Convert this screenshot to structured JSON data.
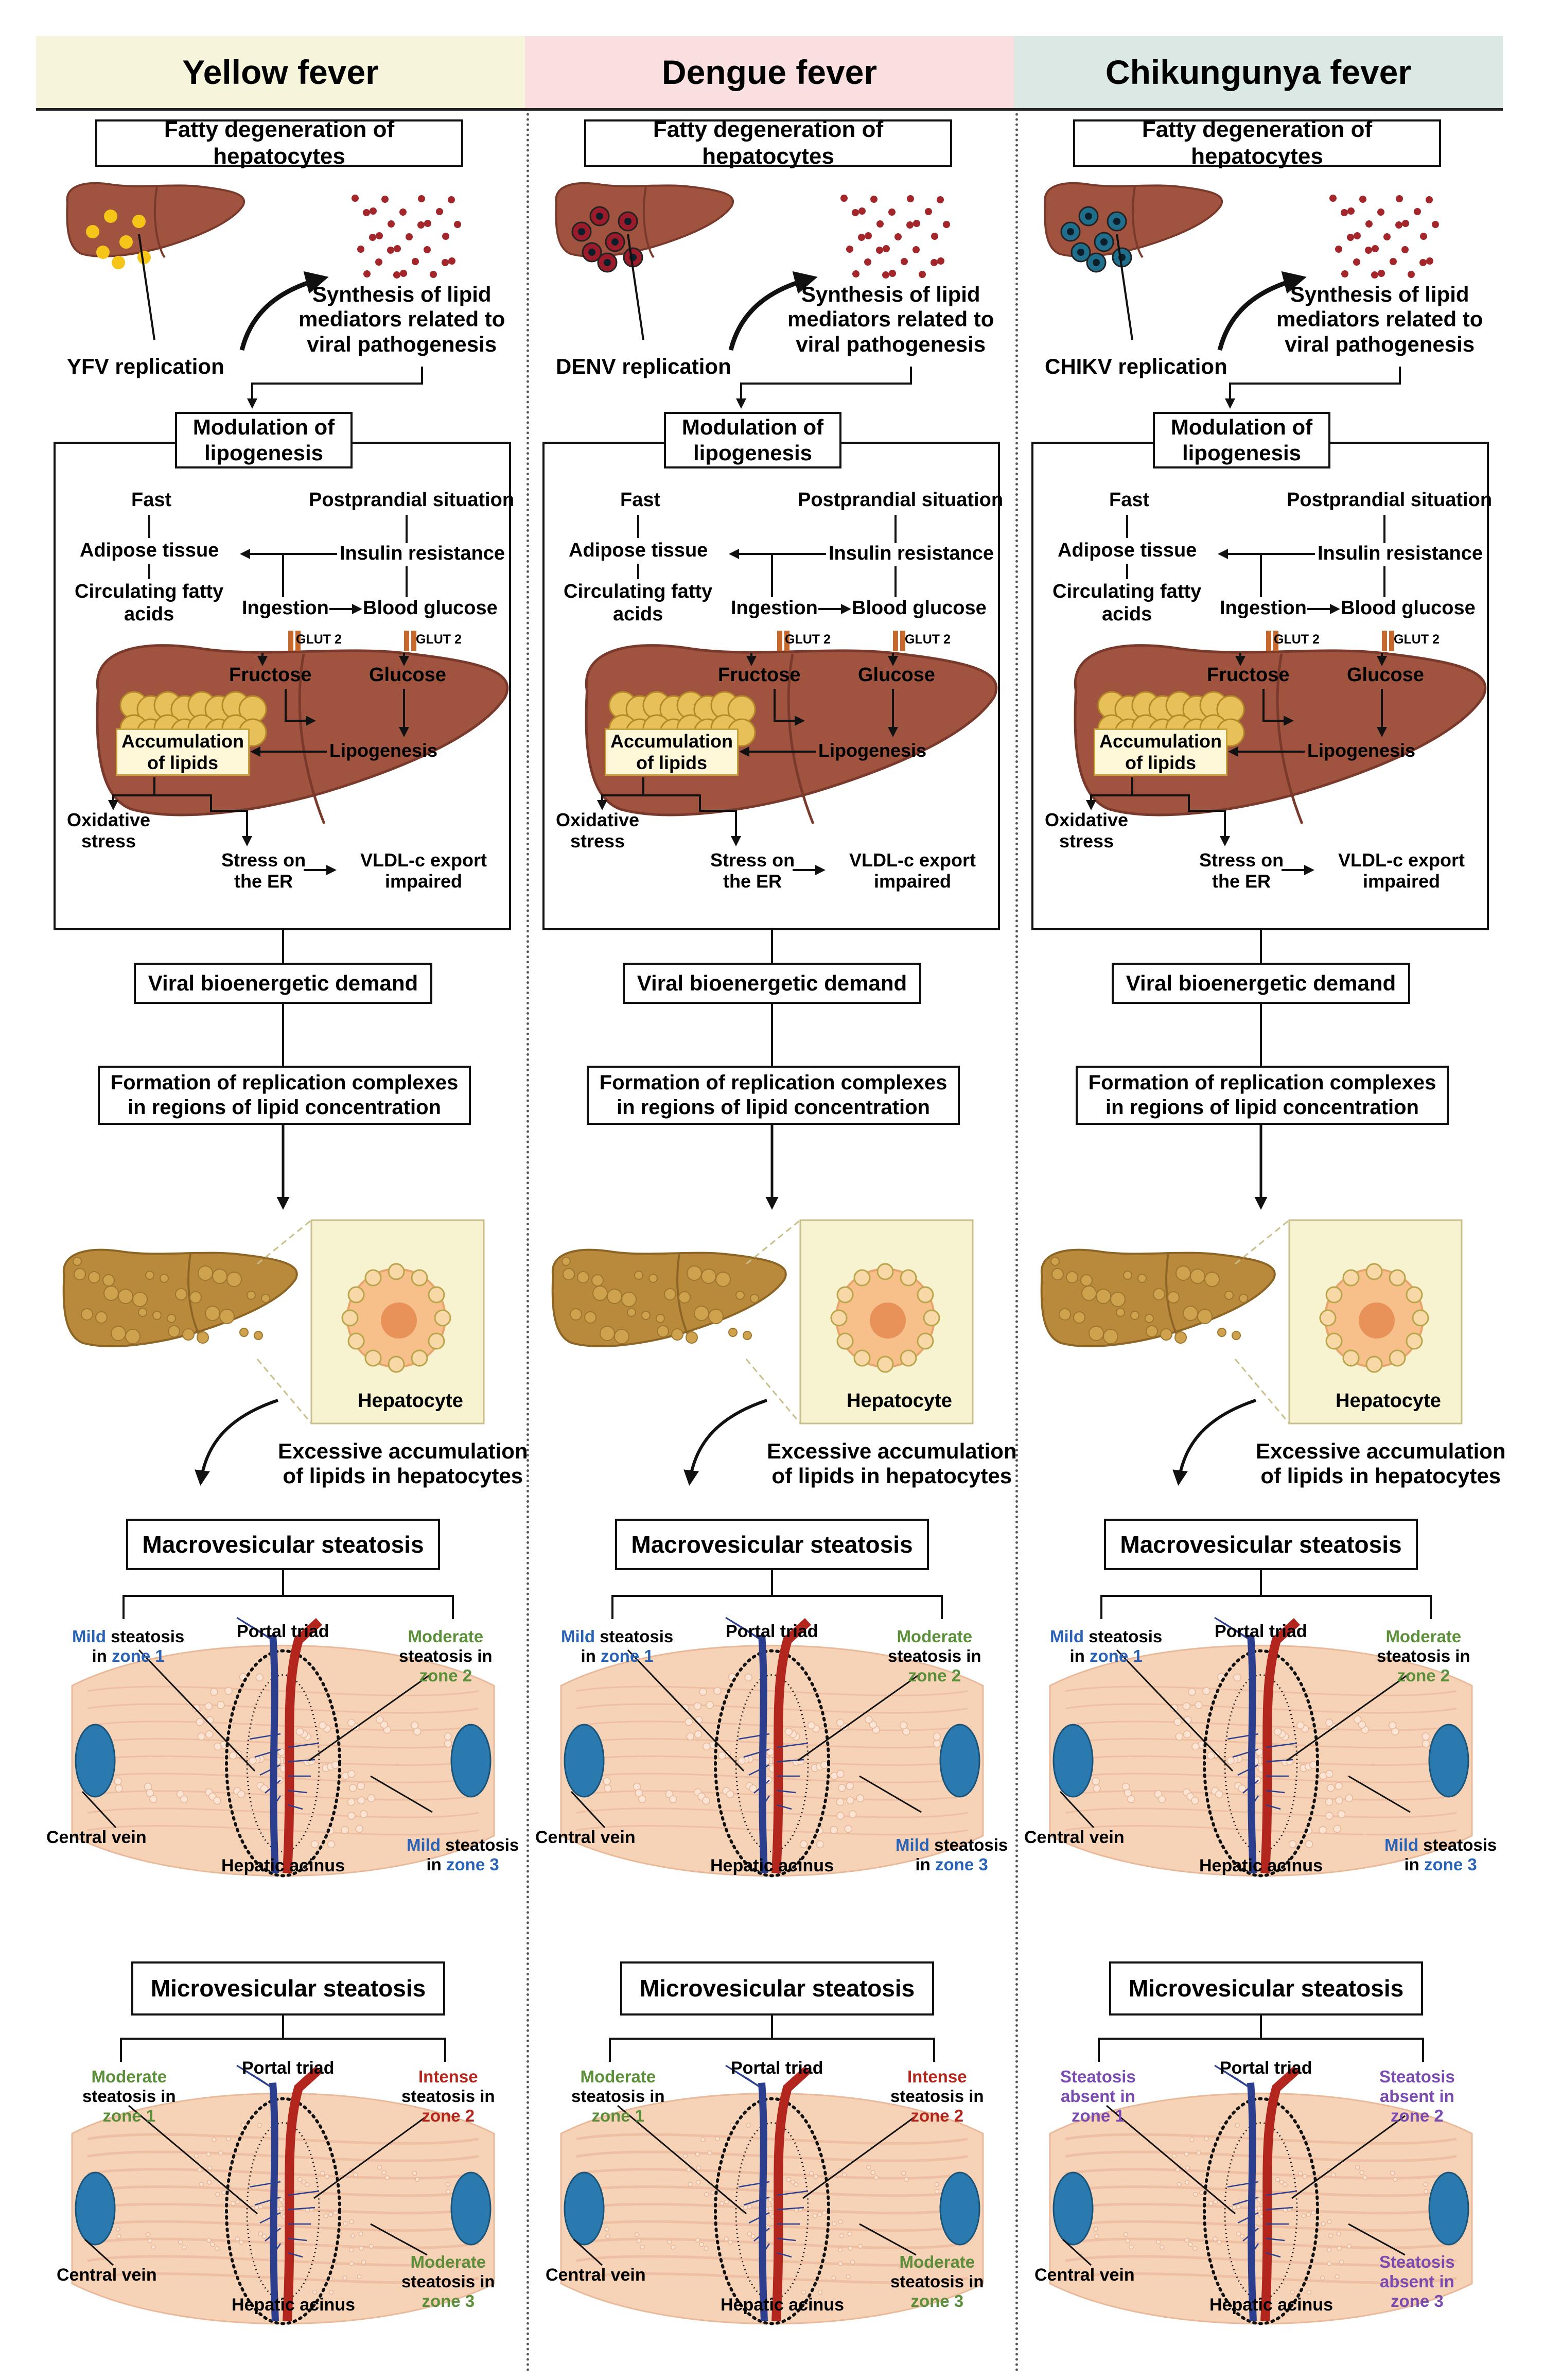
{
  "columns": [
    {
      "title": "Yellow fever",
      "header_color": "#f6f5dc",
      "replication": "YFV replication",
      "virus_color": "#f5c518",
      "macro_zones": {
        "z1": {
          "word": "Mild",
          "rest": "steatosis",
          "zone": "zone 1",
          "word_color": "#2a63b6",
          "label_color": "#000000"
        },
        "z2": {
          "word": "Moderate",
          "rest": "steatosis in",
          "zone": "zone 2",
          "word_color": "#5b8f3a"
        },
        "z3": {
          "word": "Mild",
          "rest": "steatosis",
          "zone": "zone 3",
          "word_color": "#2a63b6"
        }
      },
      "micro_zones": {
        "z1": {
          "l1": "Moderate",
          "l2": "steatosis in",
          "l3": "zone 1",
          "c1": "#5b8f3a",
          "c2": "#000000",
          "c3": "#5b8f3a"
        },
        "z2": {
          "l1": "Intense",
          "l2": "steatosis in",
          "l3": "zone 2",
          "c1": "#b3261e",
          "c2": "#000000",
          "c3": "#b3261e"
        },
        "z3": {
          "l1": "Moderate",
          "l2": "steatosis in",
          "l3": "zone 3",
          "c1": "#5b8f3a",
          "c2": "#000000",
          "c3": "#5b8f3a"
        }
      }
    },
    {
      "title": "Dengue fever",
      "header_color": "#f9dfe0",
      "replication": "DENV replication",
      "virus_color": "#9b1b2a",
      "macro_zones": {
        "z1": {
          "word": "Mild",
          "rest": "steatosis",
          "zone": "zone 1",
          "word_color": "#2a63b6"
        },
        "z2": {
          "word": "Moderate",
          "rest": "steatosis in",
          "zone": "zone 2",
          "word_color": "#5b8f3a"
        },
        "z3": {
          "word": "Mild",
          "rest": "steatosis",
          "zone": "zone 3",
          "word_color": "#2a63b6"
        }
      },
      "micro_zones": {
        "z1": {
          "l1": "Moderate",
          "l2": "steatosis in",
          "l3": "zone 1",
          "c1": "#5b8f3a",
          "c2": "#000000",
          "c3": "#5b8f3a"
        },
        "z2": {
          "l1": "Intense",
          "l2": "steatosis in",
          "l3": "zone 2",
          "c1": "#b3261e",
          "c2": "#000000",
          "c3": "#b3261e"
        },
        "z3": {
          "l1": "Moderate",
          "l2": "steatosis in",
          "l3": "zone 3",
          "c1": "#5b8f3a",
          "c2": "#000000",
          "c3": "#5b8f3a"
        }
      }
    },
    {
      "title": "Chikungunya fever",
      "header_color": "#dbe8e3",
      "replication": "CHIKV replication",
      "virus_color": "#1f6e8c",
      "macro_zones": {
        "z1": {
          "word": "Mild",
          "rest": "steatosis",
          "zone": "zone 1",
          "word_color": "#2a63b6"
        },
        "z2": {
          "word": "Moderate",
          "rest": "steatosis in",
          "zone": "zone 2",
          "word_color": "#5b8f3a"
        },
        "z3": {
          "word": "Mild",
          "rest": "steatosis",
          "zone": "zone 3",
          "word_color": "#2a63b6"
        }
      },
      "micro_zones": {
        "z1": {
          "l1": "Steatosis",
          "l2": "absent in",
          "l3": "zone 1",
          "c1": "#7a4bb0",
          "c2": "#7a4bb0",
          "c3": "#7a4bb0"
        },
        "z2": {
          "l1": "Steatosis",
          "l2": "absent in",
          "l3": "zone 2",
          "c1": "#7a4bb0",
          "c2": "#7a4bb0",
          "c3": "#7a4bb0"
        },
        "z3": {
          "l1": "Steatosis",
          "l2": "absent in",
          "l3": "zone 3",
          "c1": "#7a4bb0",
          "c2": "#7a4bb0",
          "c3": "#7a4bb0"
        }
      }
    }
  ],
  "shared": {
    "fatty_degeneration": "Fatty degeneration of hepatocytes",
    "synthesis": [
      "Synthesis of lipid",
      "mediators related to",
      "viral pathogenesis"
    ],
    "modulation": [
      "Modulation of",
      "lipogenesis"
    ],
    "fast": "Fast",
    "postprandial": "Postprandial situation",
    "adipose": "Adipose tissue",
    "insulin": "Insulin resistance",
    "circulating": [
      "Circulating fatty",
      "acids"
    ],
    "ingestion": "Ingestion",
    "blood_glucose": "Blood glucose",
    "glut": "GLUT 2",
    "fructose": "Fructose",
    "glucose": "Glucose",
    "accumulation": [
      "Accumulation",
      "of lipids"
    ],
    "lipogenesis": "Lipogenesis",
    "oxidative": [
      "Oxidative",
      "stress"
    ],
    "stress_er": [
      "Stress on",
      "the ER"
    ],
    "vldl": [
      "VLDL-c export",
      "impaired"
    ],
    "bioenergetic": "Viral bioenergetic demand",
    "replication_complexes": [
      "Formation of replication complexes",
      "in regions of lipid concentration"
    ],
    "hepatocyte": "Hepatocyte",
    "excessive": [
      "Excessive accumulation",
      "of lipids in hepatocytes"
    ],
    "macro": "Macrovesicular steatosis",
    "micro": "Microvesicular steatosis",
    "portal_triad": "Portal triad",
    "central_vein": "Central vein",
    "hepatic_acinus": "Hepatic acinus"
  },
  "colors": {
    "liver": "#a0533f",
    "liver_dark": "#7a3a2b",
    "fatty_liver": "#b98a3c",
    "lipid": "#e8c05a",
    "acinus": "#f6d2b6",
    "central_vein": "#2a7ab0",
    "artery": "#b3261e",
    "vein": "#2b3f8e"
  }
}
